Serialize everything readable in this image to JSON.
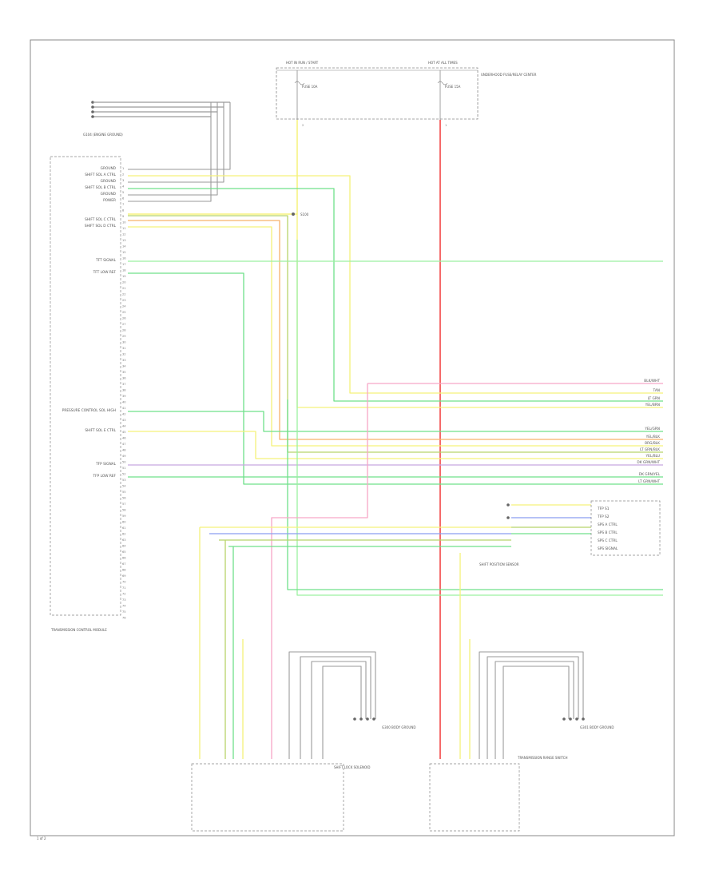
{
  "colors": {
    "border": "#777777",
    "wire_yellow": "#f5f27a",
    "wire_red": "#f56a6a",
    "wire_green": "#6fe08a",
    "wire_lightgreen": "#9cf0a0",
    "wire_orange": "#f7b26a",
    "wire_pink": "#f7a6c6",
    "wire_gray": "#9a9a9a",
    "wire_blue": "#8a9ef0",
    "wire_olive": "#b8d46a",
    "wire_purple": "#c8a6e0"
  },
  "top_box": {
    "left_hot": "HOT IN RUN / START",
    "right_hot": "HOT AT ALL TIMES",
    "fuse_left": "FUSE 10A",
    "fuse_right": "FUSE 15A",
    "side_label": "UNDERHOOD FUSE/RELAY CENTER",
    "pin_left": "2",
    "pin_right": "1"
  },
  "top_grounds": {
    "label": "G104 (ENGINE GROUND)"
  },
  "left_module": {
    "title": "TRANSMISSION CONTROL MODULE",
    "labels": [
      "GROUND",
      "SHIFT SOL A CTRL",
      "GROUND",
      "SHIFT SOL B CTRL",
      "GROUND",
      "POWER",
      "SHIFT SOL C CTRL",
      "SHIFT SOL D CTRL",
      "TFT SIGNAL",
      "TFT LOW REF",
      "PRESSURE CONTROL SOL HIGH",
      "SHIFT SOL E CTRL",
      "TFP SIGNAL",
      "TFP LOW REF"
    ],
    "pins": [
      "1",
      "2",
      "3",
      "4",
      "5",
      "6",
      "7",
      "8",
      "9",
      "10",
      "11",
      "12",
      "13",
      "14",
      "15",
      "16",
      "17",
      "18",
      "19",
      "20",
      "21",
      "22",
      "23",
      "24",
      "25",
      "26",
      "27",
      "28",
      "29",
      "30",
      "31",
      "32",
      "33",
      "34",
      "35",
      "36",
      "37",
      "38",
      "39",
      "40",
      "41",
      "42",
      "43",
      "44",
      "45",
      "46",
      "47",
      "48",
      "49",
      "50",
      "51",
      "52",
      "53",
      "54",
      "55",
      "56",
      "57",
      "58",
      "59",
      "60",
      "61",
      "62",
      "63",
      "64",
      "65",
      "66",
      "67",
      "68",
      "69",
      "70",
      "71",
      "72",
      "73",
      "74",
      "75",
      "76"
    ]
  },
  "splice": {
    "label": "S100"
  },
  "right_connector": {
    "labels": [
      "BLK/WHT",
      "TAN",
      "LT GRN",
      "YEL/BRN",
      "YEL/GRN",
      "YEL/BLK",
      "ORG/BLK",
      "LT GRN/BLK",
      "YEL/BLU",
      "DK GRN/WHT",
      "DK GRN/YEL",
      "LT GRN/WHT"
    ]
  },
  "right_module": {
    "title": "SHIFT POSITION SENSOR",
    "labels": [
      "TFP S1",
      "TFP S2",
      "SPS A CTRL",
      "SPS B CTRL",
      "SPS C CTRL",
      "SPS SIGNAL"
    ]
  },
  "bottom_left": {
    "title": "SHIFT LOCK SOLENOID",
    "ground_label": "G300 BODY GROUND"
  },
  "bottom_right": {
    "title": "TRANSMISSION RANGE SWITCH",
    "ground_label": "G301 BODY GROUND"
  },
  "footer": {
    "code": "1 of 2"
  }
}
